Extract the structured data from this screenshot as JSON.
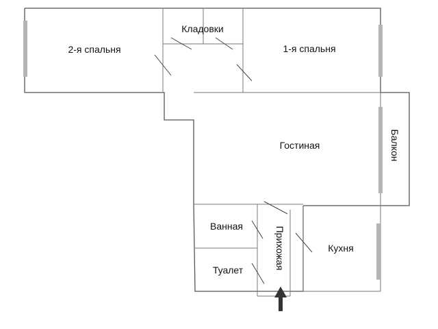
{
  "plan": {
    "rooms": {
      "bedroom2": "2-я спальня",
      "storage": "Кладовки",
      "bedroom1": "1-я спальня",
      "living": "Гостиная",
      "balcony": "Балкон",
      "bathroom": "Ванная",
      "hallway": "Прихожая",
      "kitchen": "Кухня",
      "toilet": "Туалет"
    },
    "colors": {
      "wall": "#555555",
      "window": "#b5b5b5",
      "entrance_arrow": "#333333"
    },
    "icons": {
      "entrance": "up-arrow-icon"
    }
  }
}
